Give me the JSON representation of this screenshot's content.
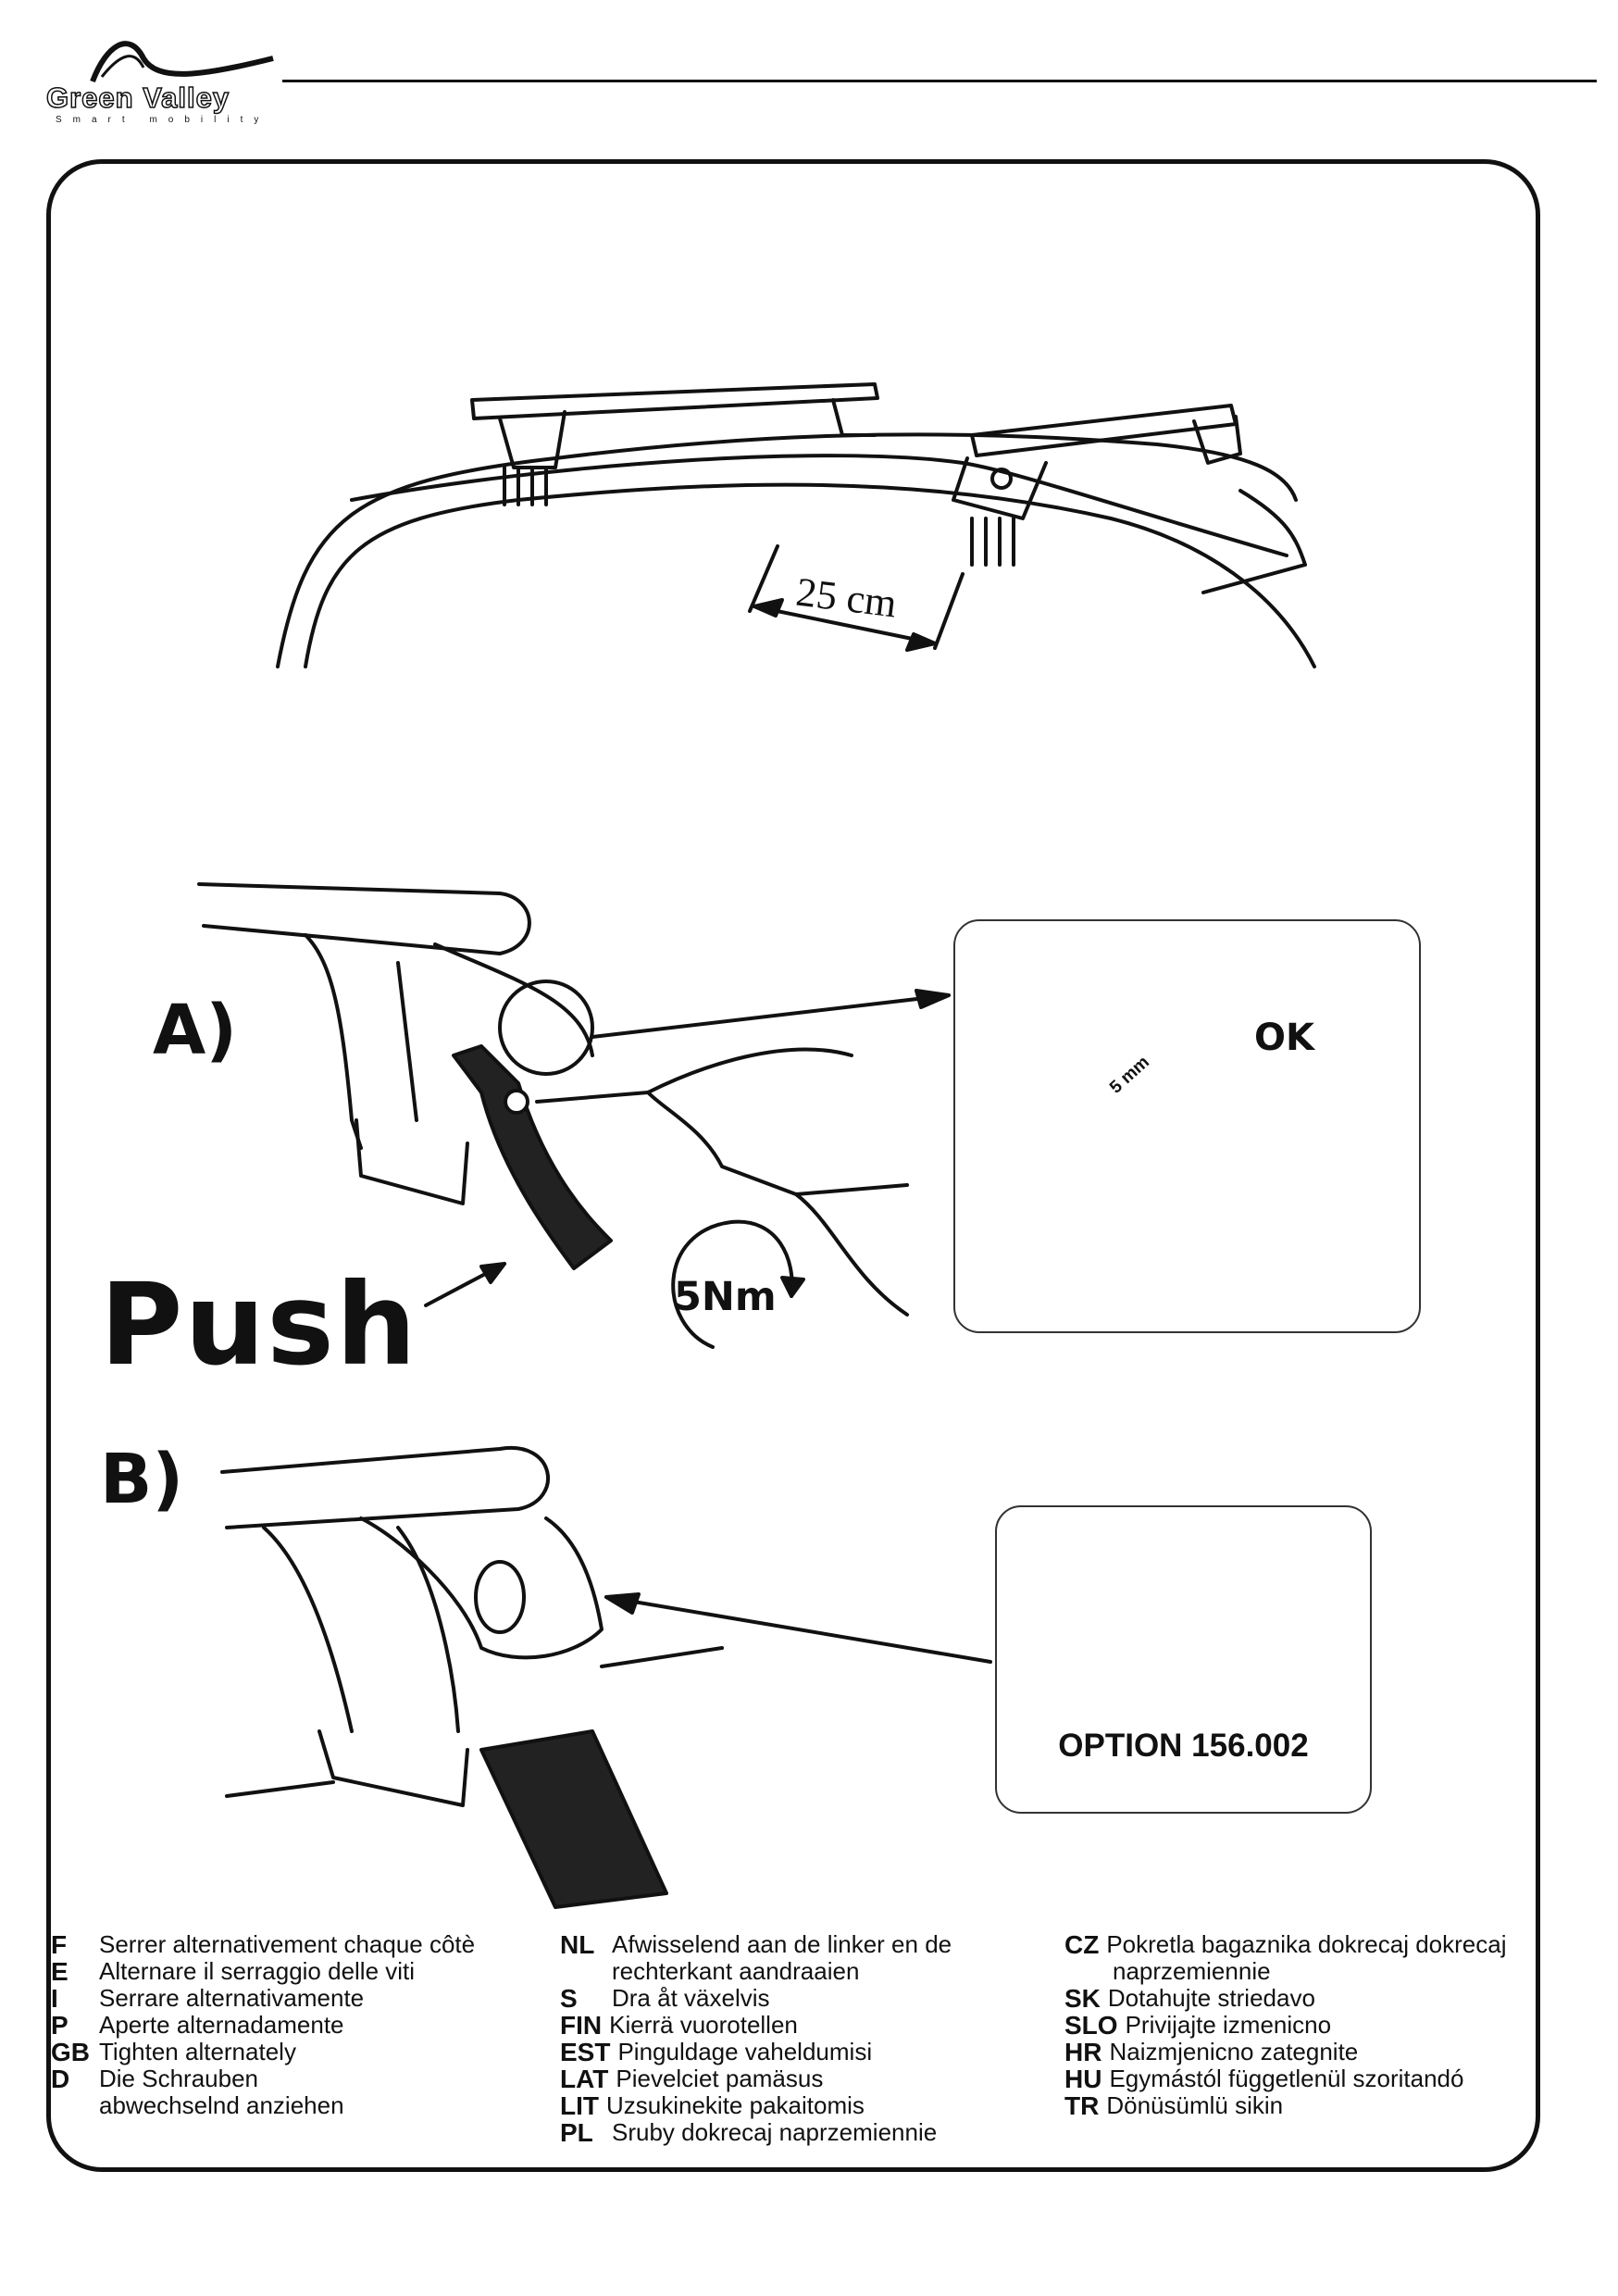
{
  "brand": {
    "name": "Green Valley",
    "tagline": "Smart mobility"
  },
  "step_top": {
    "measure": "25 cm"
  },
  "step_a": {
    "letter": "A)",
    "action": "Push",
    "torque": "5Nm",
    "inset_ok": "OK",
    "inset_gap": "5 mm"
  },
  "step_b": {
    "letter": "B)",
    "option": "OPTION 156.002"
  },
  "instructions": {
    "col1": [
      {
        "code": "F",
        "text": "Serrer alternativement chaque côtè"
      },
      {
        "code": "E",
        "text": " Alternare il serraggio delle viti"
      },
      {
        "code": "I",
        "text": "Serrare alternativamente"
      },
      {
        "code": "P",
        "text": "Aperte alternadamente"
      },
      {
        "code": "GB",
        "text": "Tighten alternately"
      },
      {
        "code": "D",
        "text": "Die Schrauben"
      },
      {
        "code": "",
        "text": "abwechselnd anziehen"
      }
    ],
    "col2": [
      {
        "code": "NL",
        "text": "Afwisselend aan de linker en de"
      },
      {
        "code": "",
        "text": "rechterkant aandraaien"
      },
      {
        "code": "S",
        "text": "Dra åt växelvis"
      },
      {
        "code": "FIN",
        "text": "Kierrä vuorotellen"
      },
      {
        "code": "EST",
        "text": "Pinguldage vaheldumisi"
      },
      {
        "code": "LAT",
        "text": "Pievelciet pamäsus"
      },
      {
        "code": "LIT",
        "text": "Uzsukinekite pakaitomis"
      },
      {
        "code": "PL",
        "text": "Sruby dokrecaj naprzemiennie"
      }
    ],
    "col3": [
      {
        "code": "CZ",
        "text": "Pokretla bagaznika dokrecaj dokrecaj"
      },
      {
        "code": "",
        "text": "naprzemiennie"
      },
      {
        "code": "SK",
        "text": "Dotahujte striedavo"
      },
      {
        "code": "SLO",
        "text": "Privijajte izmenicno"
      },
      {
        "code": "HR",
        "text": "Naizmjenicno zategnite"
      },
      {
        "code": "HU",
        "text": "Egymástól függetlenül szoritandó"
      },
      {
        "code": "TR",
        "text": "Dönüsümlü sikin"
      }
    ]
  }
}
